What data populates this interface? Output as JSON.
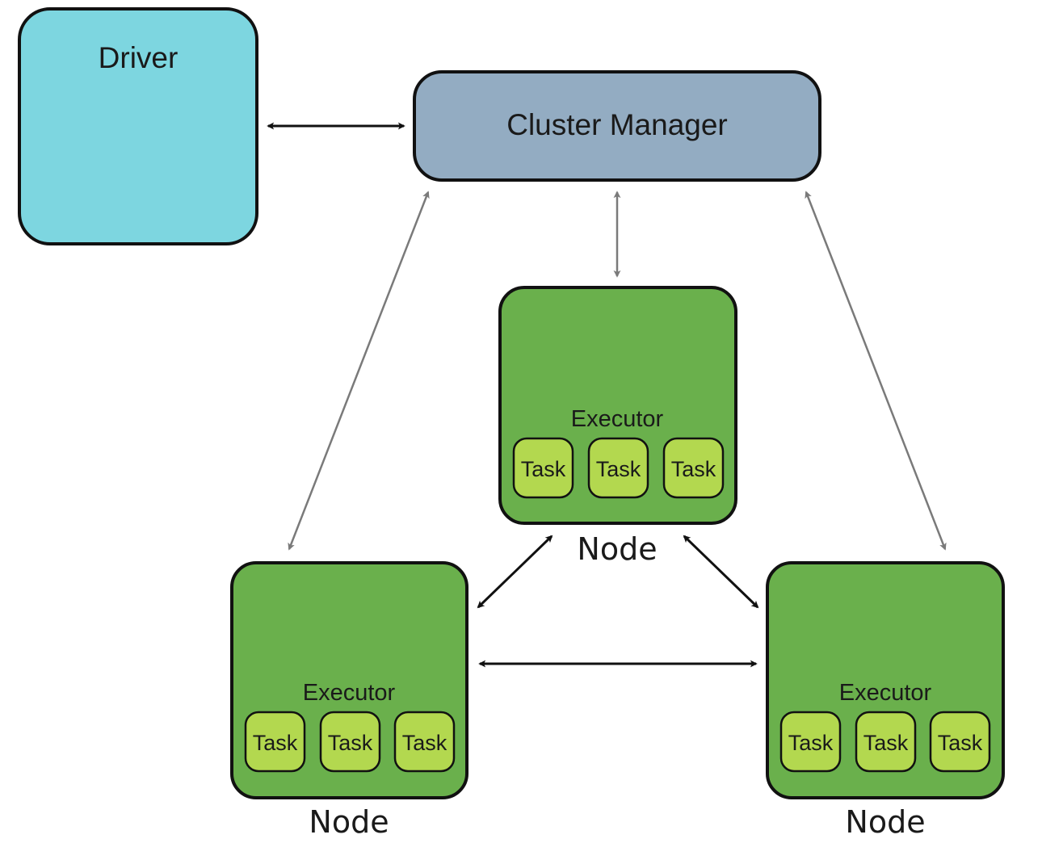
{
  "driver": {
    "label": "Driver",
    "color": "#7dd6e0"
  },
  "cluster_manager": {
    "label": "Cluster Manager",
    "color": "#93acc2"
  },
  "colors": {
    "node_fill": "#6ab04c",
    "task_fill": "#b3d84f",
    "stroke": "#111111",
    "arrow_dark": "#111111",
    "arrow_gray": "#7a7a7a"
  },
  "nodes": [
    {
      "id": "top",
      "label": "Node",
      "executor": "Executor",
      "tasks": [
        "Task",
        "Task",
        "Task"
      ]
    },
    {
      "id": "bottom-left",
      "label": "Node",
      "executor": "Executor",
      "tasks": [
        "Task",
        "Task",
        "Task"
      ]
    },
    {
      "id": "bottom-right",
      "label": "Node",
      "executor": "Executor",
      "tasks": [
        "Task",
        "Task",
        "Task"
      ]
    }
  ]
}
